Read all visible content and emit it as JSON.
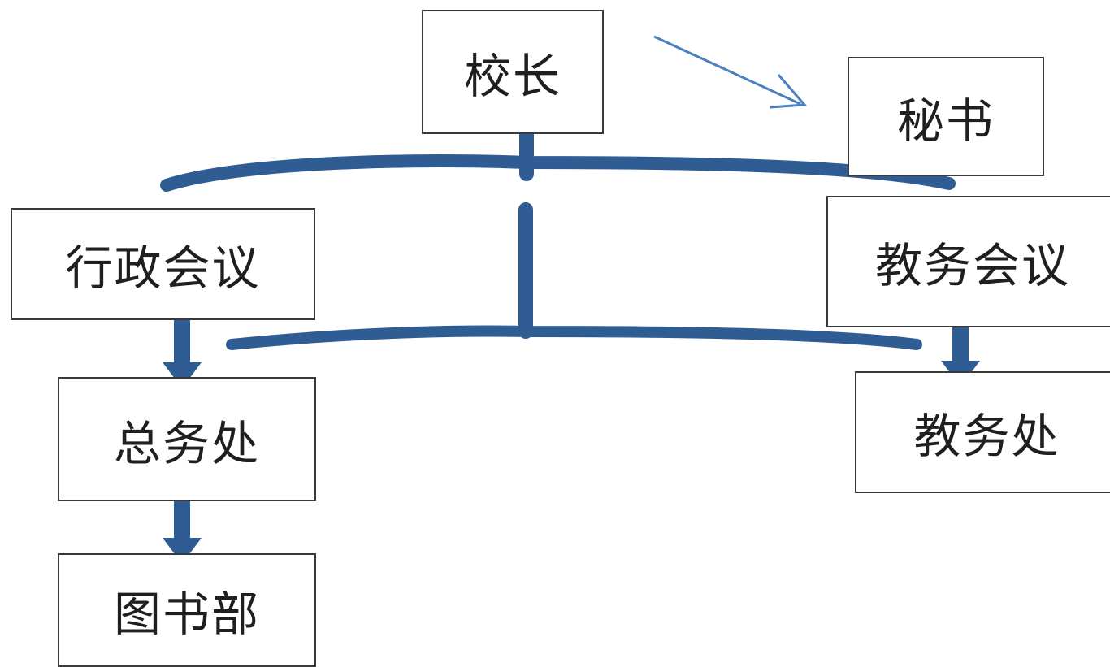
{
  "nodes": {
    "principal": "校长",
    "secretary": "秘书",
    "admin_meeting": "行政会议",
    "academic_meeting": "教务会议",
    "general_affairs": "总务处",
    "academic_office": "教务处",
    "library": "图书部"
  },
  "colors": {
    "connector": "#2f5c93",
    "thin_arrow": "#4a7fc0",
    "box_border": "#3a3a3a"
  }
}
